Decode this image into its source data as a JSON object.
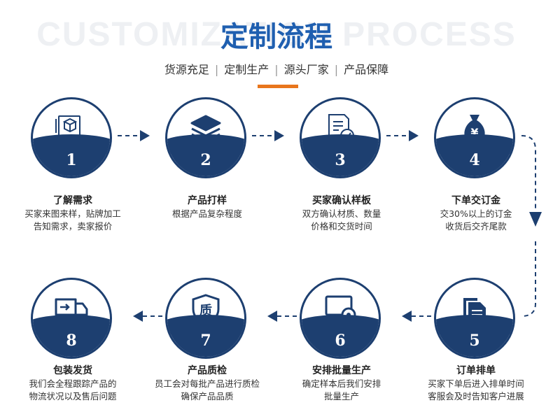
{
  "header": {
    "bg_text": "CUSTOMIZATION PROCESS",
    "title": "定制流程",
    "tags": [
      "货源充足",
      "定制生产",
      "源头厂家",
      "产品保障"
    ]
  },
  "colors": {
    "navy": "#1d3f70",
    "blue": "#1f5fb0",
    "orange": "#e8761c"
  },
  "steps": [
    {
      "num": "1",
      "icon": "design-drawing-icon",
      "title": "了解需求",
      "desc1": "买家来图来样，贴牌加工",
      "desc2": "告知需求，卖家报价"
    },
    {
      "num": "2",
      "icon": "layers-icon",
      "title": "产品打样",
      "desc1": "根据产品复杂程度",
      "desc2": ""
    },
    {
      "num": "3",
      "icon": "document-check-icon",
      "title": "买家确认样板",
      "desc1": "双方确认材质、数量",
      "desc2": "价格和交货时间"
    },
    {
      "num": "4",
      "icon": "money-bag-icon",
      "title": "下单交订金",
      "desc1": "交30%以上的订金",
      "desc2": "收货后交齐尾款"
    },
    {
      "num": "5",
      "icon": "documents-icon",
      "title": "订单排单",
      "desc1": "买家下单后进入排单时间",
      "desc2": "客服会及时告知客户进展"
    },
    {
      "num": "6",
      "icon": "monitor-gear-icon",
      "title": "安排批量生产",
      "desc1": "确定样本后我们安排",
      "desc2": "批量生产"
    },
    {
      "num": "7",
      "icon": "quality-shield-icon",
      "title": "产品质检",
      "desc1": "员工会对每批产品进行质检",
      "desc2": "确保产品品质"
    },
    {
      "num": "8",
      "icon": "delivery-truck-icon",
      "title": "包装发货",
      "desc1": "我们会全程跟踪产品的",
      "desc2": "物流状况以及售后问题"
    }
  ],
  "icons": {
    "yen": "¥",
    "quality": "质"
  }
}
